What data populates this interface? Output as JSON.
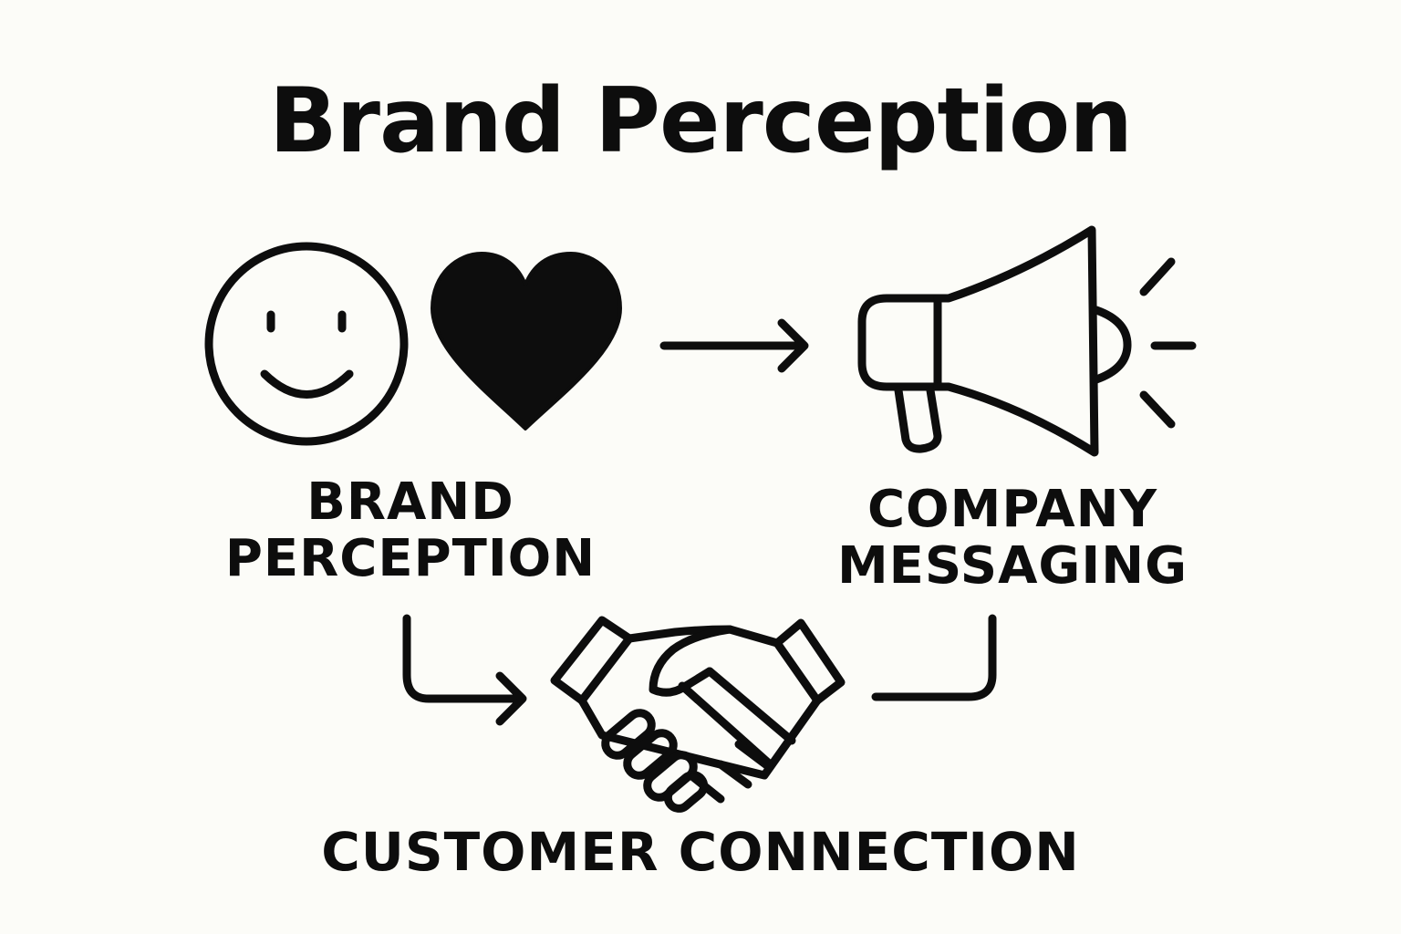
{
  "title": "Brand Perception",
  "nodes": {
    "brand": {
      "line1": "BRAND",
      "line2": "PERCEPTION",
      "icons": [
        "smiley-face-icon",
        "heart-icon"
      ]
    },
    "company": {
      "line1": "COMPANY",
      "line2": "MESSAGING",
      "icons": [
        "megaphone-icon"
      ]
    },
    "customer": {
      "label": "CUSTOMER CONNECTION",
      "icons": [
        "handshake-icon"
      ]
    }
  },
  "edges": [
    {
      "from": "brand",
      "to": "company"
    },
    {
      "from": "brand",
      "to": "customer"
    },
    {
      "from": "company",
      "to": "customer"
    }
  ],
  "colors": {
    "background": "#fcfcf8",
    "ink": "#0d0d0d"
  }
}
